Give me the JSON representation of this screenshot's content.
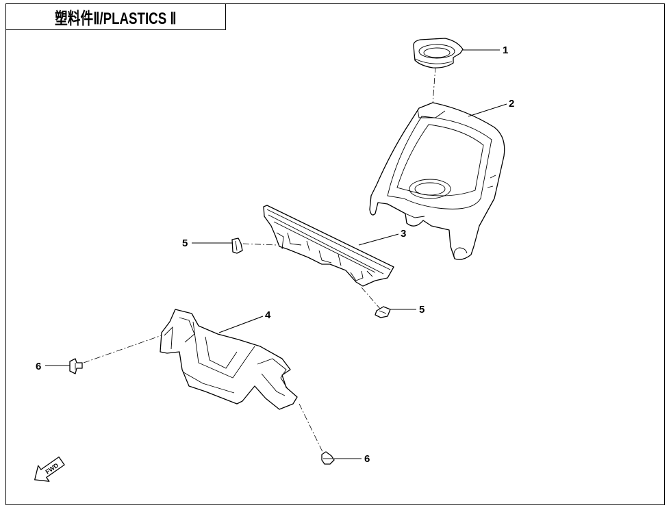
{
  "title": "塑料件Ⅱ/PLASTICS Ⅱ",
  "callouts": [
    {
      "id": "1",
      "label": "1"
    },
    {
      "id": "2",
      "label": "2"
    },
    {
      "id": "3",
      "label": "3"
    },
    {
      "id": "4",
      "label": "4"
    },
    {
      "id": "5a",
      "label": "5"
    },
    {
      "id": "5b",
      "label": "5"
    },
    {
      "id": "6a",
      "label": "6"
    },
    {
      "id": "6b",
      "label": "6"
    }
  ],
  "direction_arrow": {
    "label": "FWD",
    "icon": "forward-arrow-icon"
  }
}
